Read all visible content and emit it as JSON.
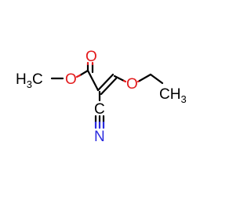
{
  "molecule": {
    "colors": {
      "carbon": "#000000",
      "oxygen": "#e31a1c",
      "nitrogen": "#2b2bdf",
      "background": "#ffffff"
    },
    "labels": {
      "methyl_left": {
        "main": "H",
        "sub": "3",
        "tail": "C"
      },
      "ester_o": "O",
      "carbonyl_o": "O",
      "ether_o": "O",
      "nitrile_c": "C",
      "nitrile_n": "N",
      "methyl_right": {
        "main": "CH",
        "sub": "3"
      }
    }
  }
}
